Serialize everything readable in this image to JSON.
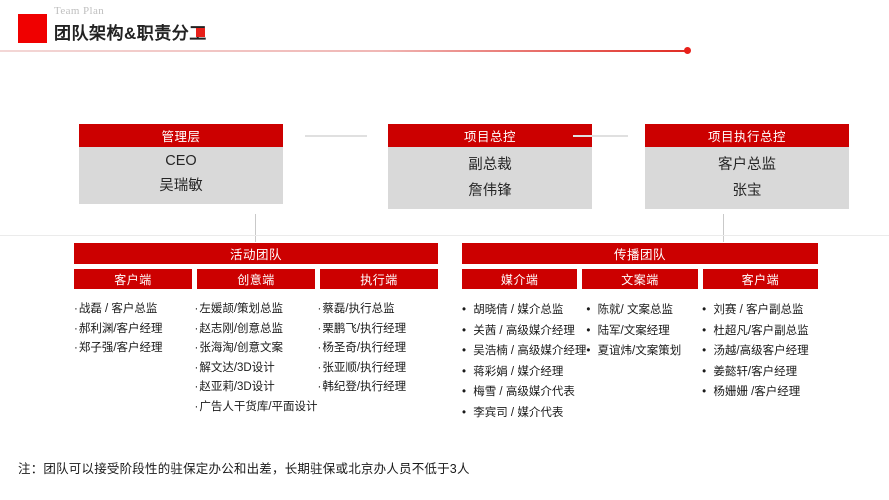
{
  "header": {
    "eyebrow": "Team Plan",
    "title": "团队架构&职责分工"
  },
  "tier1": [
    {
      "head": "管理层",
      "role": "CEO",
      "name": "吴瑞敏"
    },
    {
      "head": "项目总控",
      "role": "副总裁",
      "name": "詹伟锋"
    },
    {
      "head": "项目执行总控",
      "role": "客户总监",
      "name": "张宝"
    }
  ],
  "teams": [
    {
      "title": "活动团队",
      "subtitles": [
        "客户端",
        "创意端",
        "执行端"
      ],
      "columns": [
        [
          "战磊 / 客户总监",
          "郝利渊/客户经理",
          "郑子强/客户经理"
        ],
        [
          "左媛颉/策划总监",
          "赵志刚/创意总监",
          "张海淘/创意文案",
          "解文达/3D设计",
          "赵亚莉/3D设计",
          "广告人干货库/平面设计"
        ],
        [
          "蔡磊/执行总监",
          "栗鹏飞/执行经理",
          "杨圣奇/执行经理",
          "张亚顺/执行经理",
          "韩纪登/执行经理"
        ]
      ]
    },
    {
      "title": "传播团队",
      "subtitles": [
        "媒介端",
        "文案端",
        "客户端"
      ],
      "columns": [
        [
          "胡晓倩 / 媒介总监",
          "关茜 / 高级媒介经理",
          "吴浩楠 / 高级媒介经理",
          "蒋彩娟 / 媒介经理",
          "梅雪 / 高级媒介代表",
          "李宾司 / 媒介代表"
        ],
        [
          "陈就/ 文案总监",
          "陆军/文案经理",
          "夏谊炜/文案策划"
        ],
        [
          "刘赛 / 客户副总监",
          "杜超凡/客户副总监",
          "汤越/高级客户经理",
          "姜懿轩/客户经理",
          "杨姗姗 /客户经理"
        ]
      ]
    }
  ],
  "footnote": "注：团队可以接受阶段性的驻保定办公和出差，长期驻保或北京办人员不低于3人"
}
